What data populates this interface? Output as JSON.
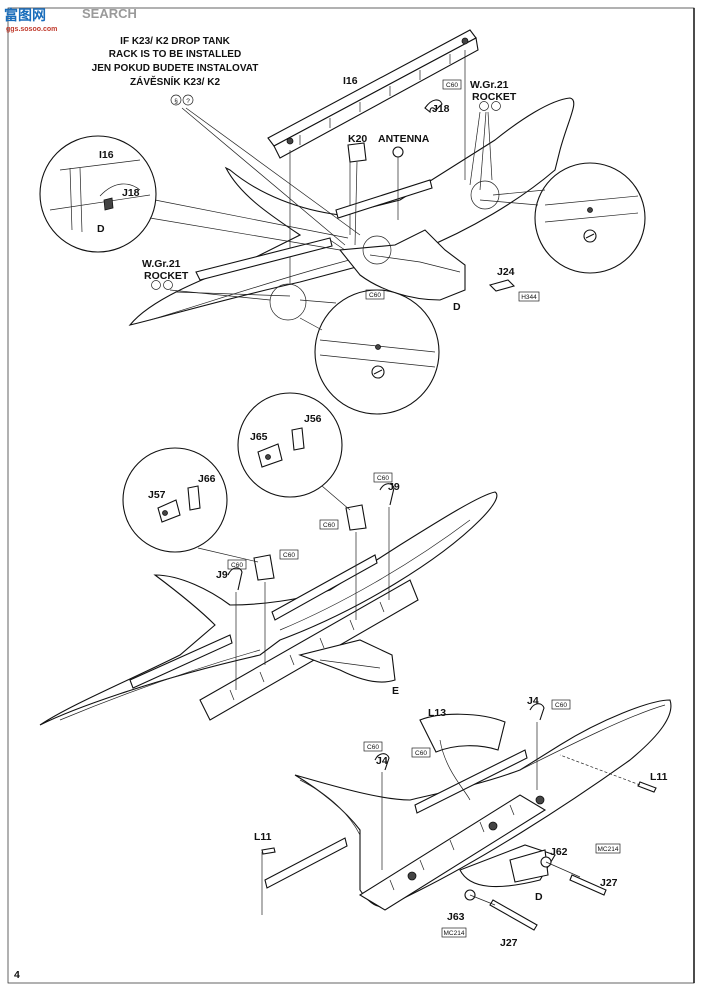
{
  "watermark": {
    "cn": "富图网",
    "brand": "SEARCH",
    "url": "ggs.sosoo.com"
  },
  "note": {
    "line1": "IF K23/ K2 DROP TANK",
    "line2": "RACK IS TO BE INSTALLED",
    "line3": "JEN POKUD BUDETE INSTALOVAT",
    "line4": "ZÁVĚSNÍK K23/ K2"
  },
  "labels": {
    "I16": "I16",
    "J18": "J18",
    "K20": "K20",
    "antenna": "ANTENNA",
    "wgr": "W.Gr.21",
    "rocket": "ROCKET",
    "J24": "J24",
    "D": "D",
    "E": "E",
    "J56": "J56",
    "J65": "J65",
    "J57": "J57",
    "J66": "J66",
    "J9": "J9",
    "J4": "J4",
    "L13": "L13",
    "L11": "L11",
    "J62": "J62",
    "J27": "J27",
    "J63": "J63"
  },
  "codes": {
    "C60": "C60",
    "H344": "H344",
    "MC214": "MC214"
  },
  "symbols": {
    "opt1": "§",
    "opt2": "?"
  },
  "page_number": "4"
}
